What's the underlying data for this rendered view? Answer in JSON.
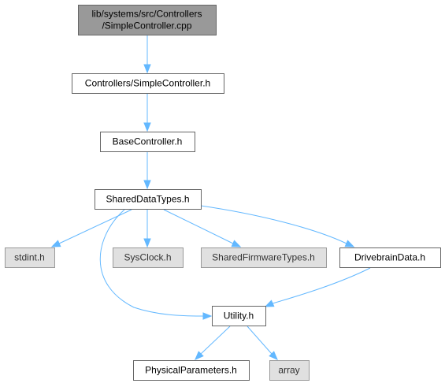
{
  "diagram": {
    "nodes": [
      {
        "id": "simple_controller_cpp",
        "lines": [
          "lib/systems/src/Controllers",
          "/SimpleController.cpp"
        ],
        "kind": "root"
      },
      {
        "id": "controllers_simple_controller_h",
        "lines": [
          "Controllers/SimpleController.h"
        ],
        "kind": "normal"
      },
      {
        "id": "base_controller_h",
        "lines": [
          "BaseController.h"
        ],
        "kind": "normal"
      },
      {
        "id": "shared_data_types_h",
        "lines": [
          "SharedDataTypes.h"
        ],
        "kind": "normal"
      },
      {
        "id": "stdint_h",
        "lines": [
          "stdint.h"
        ],
        "kind": "external"
      },
      {
        "id": "sys_clock_h",
        "lines": [
          "SysClock.h"
        ],
        "kind": "external"
      },
      {
        "id": "shared_firmware_types_h",
        "lines": [
          "SharedFirmwareTypes.h"
        ],
        "kind": "external"
      },
      {
        "id": "drivebrain_data_h",
        "lines": [
          "DrivebrainData.h"
        ],
        "kind": "normal"
      },
      {
        "id": "utility_h",
        "lines": [
          "Utility.h"
        ],
        "kind": "normal"
      },
      {
        "id": "physical_parameters_h",
        "lines": [
          "PhysicalParameters.h"
        ],
        "kind": "normal"
      },
      {
        "id": "array",
        "lines": [
          "array"
        ],
        "kind": "external"
      }
    ],
    "edges": [
      {
        "from": "simple_controller_cpp",
        "to": "controllers_simple_controller_h"
      },
      {
        "from": "controllers_simple_controller_h",
        "to": "base_controller_h"
      },
      {
        "from": "base_controller_h",
        "to": "shared_data_types_h"
      },
      {
        "from": "shared_data_types_h",
        "to": "stdint_h"
      },
      {
        "from": "shared_data_types_h",
        "to": "sys_clock_h"
      },
      {
        "from": "shared_data_types_h",
        "to": "shared_firmware_types_h"
      },
      {
        "from": "shared_data_types_h",
        "to": "drivebrain_data_h"
      },
      {
        "from": "shared_data_types_h",
        "to": "utility_h"
      },
      {
        "from": "drivebrain_data_h",
        "to": "utility_h"
      },
      {
        "from": "utility_h",
        "to": "physical_parameters_h"
      },
      {
        "from": "utility_h",
        "to": "array"
      }
    ],
    "colors": {
      "root_fill": "#999999",
      "node_fill": "#ffffff",
      "external_fill": "#e0e0e0",
      "border": "#666666",
      "edge": "#63b8ff"
    }
  }
}
